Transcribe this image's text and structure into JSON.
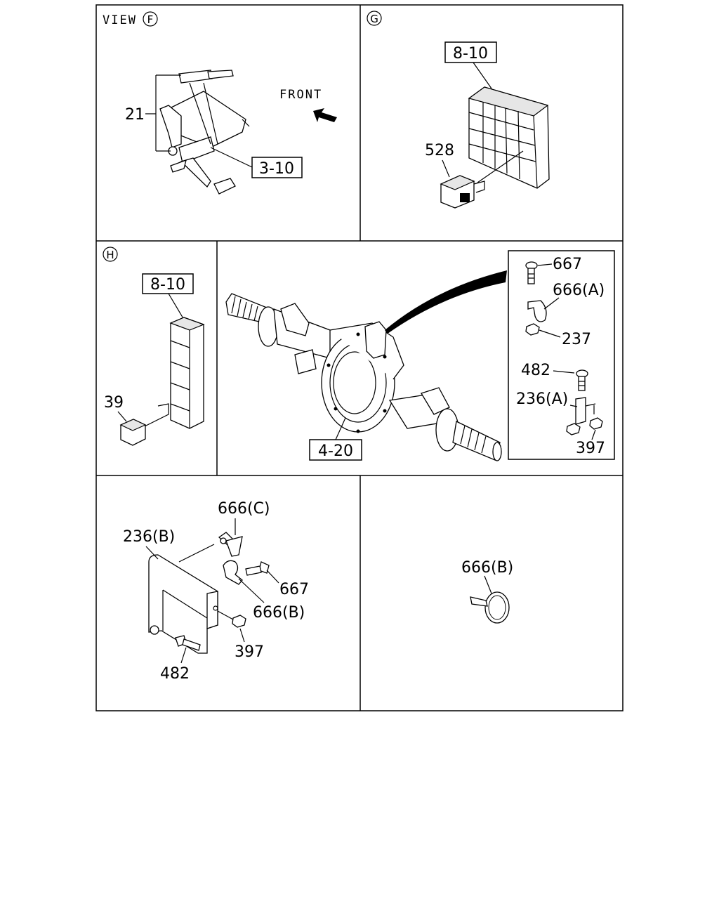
{
  "panels": {
    "view_f": {
      "title_prefix": "VIEW",
      "title_mark": "F",
      "front_label": "FRONT",
      "callout_21": "21",
      "ref_3_10": "3-10"
    },
    "view_g": {
      "title_mark": "G",
      "ref_8_10": "8-10",
      "callout_528": "528"
    },
    "view_h": {
      "title_mark": "H",
      "ref_8_10": "8-10",
      "callout_39": "39"
    },
    "axle": {
      "ref_4_20": "4-20",
      "callout_667": "667",
      "callout_666a": "666(A)",
      "callout_237": "237",
      "callout_482": "482",
      "callout_236a": "236(A)",
      "callout_397": "397"
    },
    "bracket": {
      "callout_666c": "666(C)",
      "callout_236b": "236(B)",
      "callout_667": "667",
      "callout_666b": "666(B)",
      "callout_397": "397",
      "callout_482": "482"
    },
    "clamp": {
      "callout_666b": "666(B)"
    }
  }
}
